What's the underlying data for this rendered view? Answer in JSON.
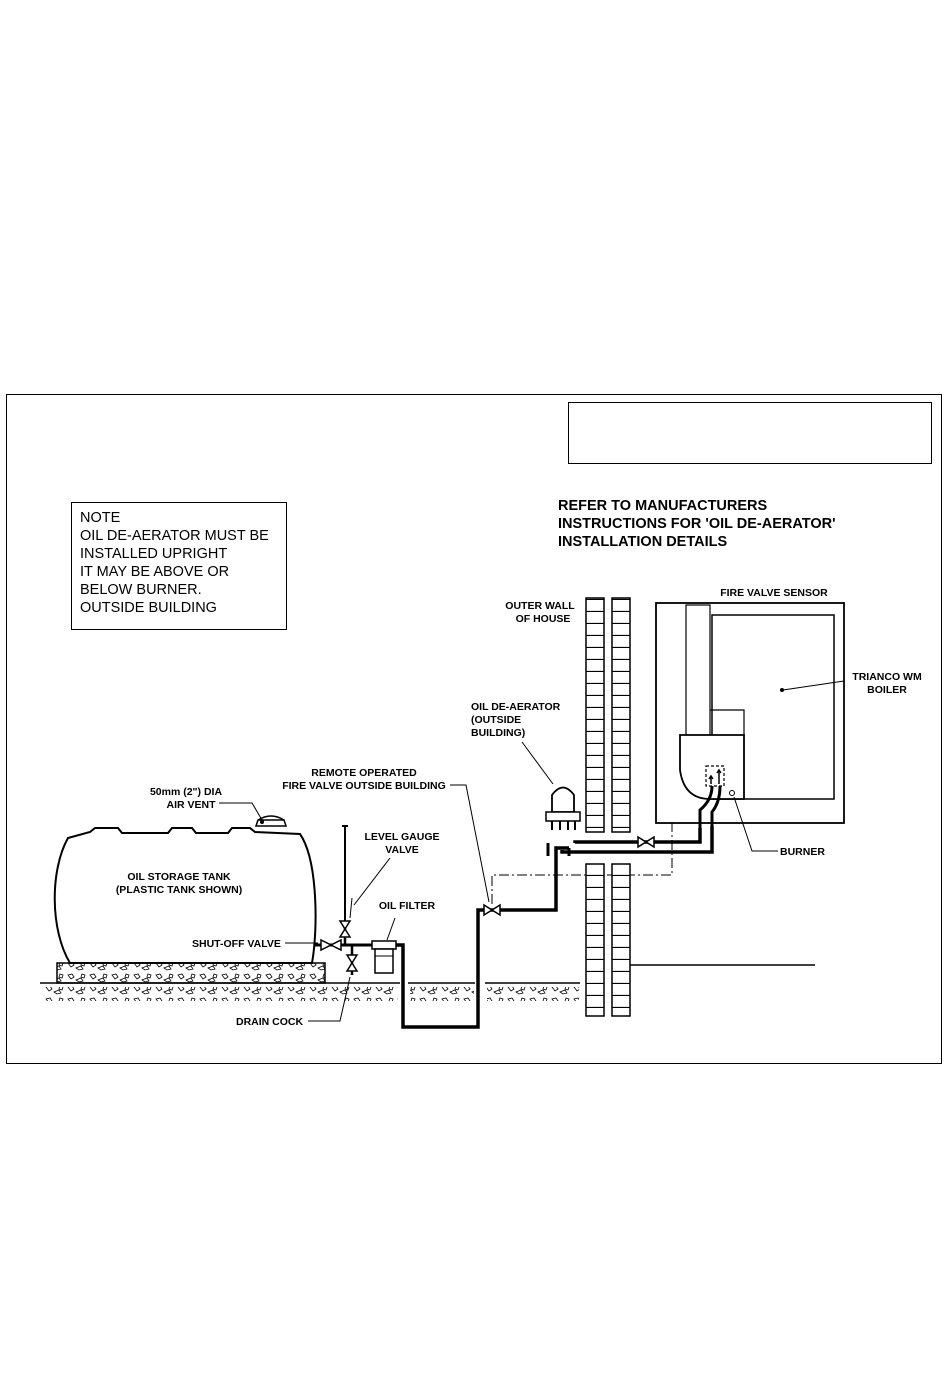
{
  "note": {
    "lines": [
      "NOTE",
      "OIL DE-AERATOR MUST BE",
      "INSTALLED UPRIGHT",
      "IT MAY BE ABOVE OR",
      "BELOW BURNER.",
      "OUTSIDE BUILDING"
    ]
  },
  "refer": {
    "lines": [
      "REFER TO MANUFACTURERS",
      "INSTRUCTIONS FOR 'OIL DE-AERATOR'",
      "INSTALLATION DETAILS"
    ]
  },
  "labels": {
    "fire_valve_sensor": "FIRE VALVE SENSOR",
    "outer_wall_1": "OUTER WALL",
    "outer_wall_2": "OF HOUSE",
    "trianco_1": "TRIANCO WM",
    "trianco_2": "BOILER",
    "deaerator_1": "OIL DE-AERATOR",
    "deaerator_2": "(OUTSIDE",
    "deaerator_3": "BUILDING)",
    "remote_1": "REMOTE OPERATED",
    "remote_2": "FIRE VALVE OUTSIDE BUILDING",
    "air_vent_1": "50mm (2\") DIA",
    "air_vent_2": "AIR VENT",
    "level_gauge_1": "LEVEL GAUGE",
    "level_gauge_2": "VALVE",
    "oil_tank_1": "OIL STORAGE TANK",
    "oil_tank_2": "(PLASTIC TANK SHOWN)",
    "oil_filter": "OIL FILTER",
    "shut_off_valve": "SHUT-OFF VALVE",
    "drain_cock": "DRAIN COCK",
    "burner": "BURNER"
  }
}
